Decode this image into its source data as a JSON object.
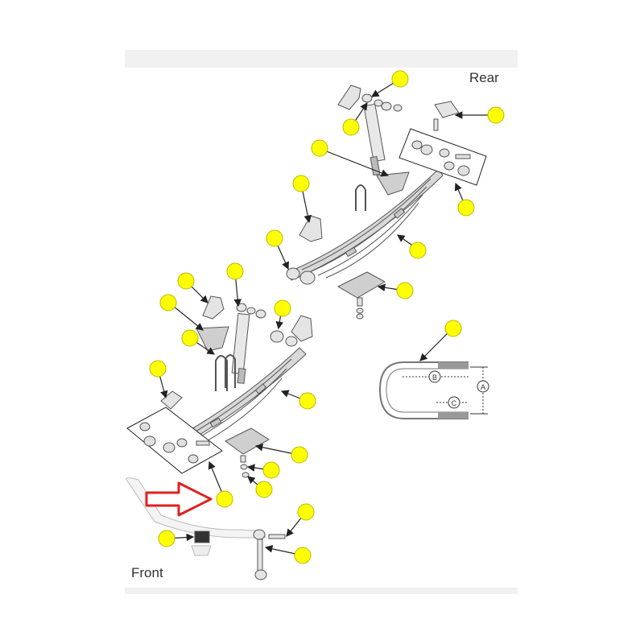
{
  "labels": {
    "rear": "Rear",
    "front": "Front"
  },
  "dimensions": {
    "a": "A",
    "b": "B",
    "c": "C"
  },
  "colors": {
    "callout": "#ffff00",
    "callout_stroke": "#b8b800",
    "arrow": "#e02020",
    "part": "#555555"
  },
  "callouts": [
    {
      "id": 1
    },
    {
      "id": 2
    },
    {
      "id": 3
    },
    {
      "id": 4
    },
    {
      "id": 5
    },
    {
      "id": 6
    },
    {
      "id": 7
    },
    {
      "id": 8
    },
    {
      "id": 9
    },
    {
      "id": 10
    },
    {
      "id": 11
    },
    {
      "id": 12
    },
    {
      "id": 13
    },
    {
      "id": 14
    },
    {
      "id": 15
    },
    {
      "id": 16
    },
    {
      "id": 17
    },
    {
      "id": 18
    },
    {
      "id": 19
    },
    {
      "id": 20
    },
    {
      "id": 21
    },
    {
      "id": 22
    },
    {
      "id": 23
    },
    {
      "id": 24
    },
    {
      "id": 25
    }
  ],
  "highlight_arrow": {
    "icon": "red-outline-arrow-icon"
  }
}
